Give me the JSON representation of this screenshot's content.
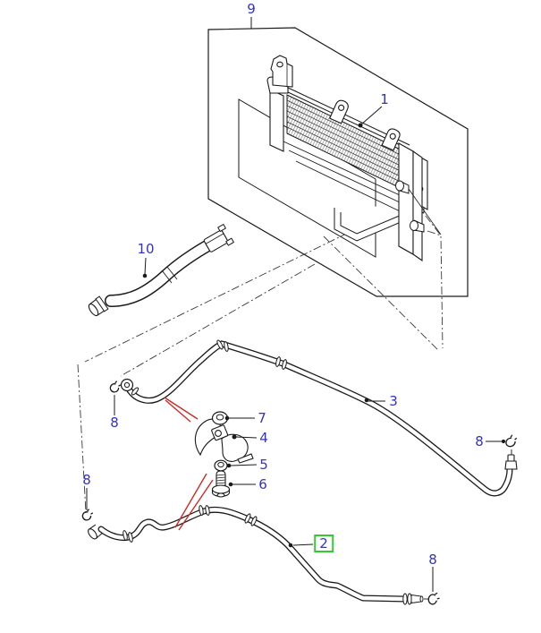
{
  "diagram": {
    "kind": "exploded-parts-diagram",
    "colors": {
      "callout_text": "#3232C8",
      "highlight_box": "#2ECC2E",
      "pointer_red": "#D22B25",
      "line_art": "#1A1A1A",
      "background": "#FFFFFF"
    },
    "callouts": [
      {
        "text": "9",
        "highlighted": false
      },
      {
        "text": "1",
        "highlighted": false
      },
      {
        "text": "10",
        "highlighted": false
      },
      {
        "text": "8",
        "highlighted": false
      },
      {
        "text": "7",
        "highlighted": false
      },
      {
        "text": "4",
        "highlighted": false
      },
      {
        "text": "5",
        "highlighted": false
      },
      {
        "text": "6",
        "highlighted": false
      },
      {
        "text": "3",
        "highlighted": false
      },
      {
        "text": "8",
        "highlighted": false
      },
      {
        "text": "8",
        "highlighted": false
      },
      {
        "text": "2",
        "highlighted": true
      },
      {
        "text": "8",
        "highlighted": false
      }
    ]
  }
}
